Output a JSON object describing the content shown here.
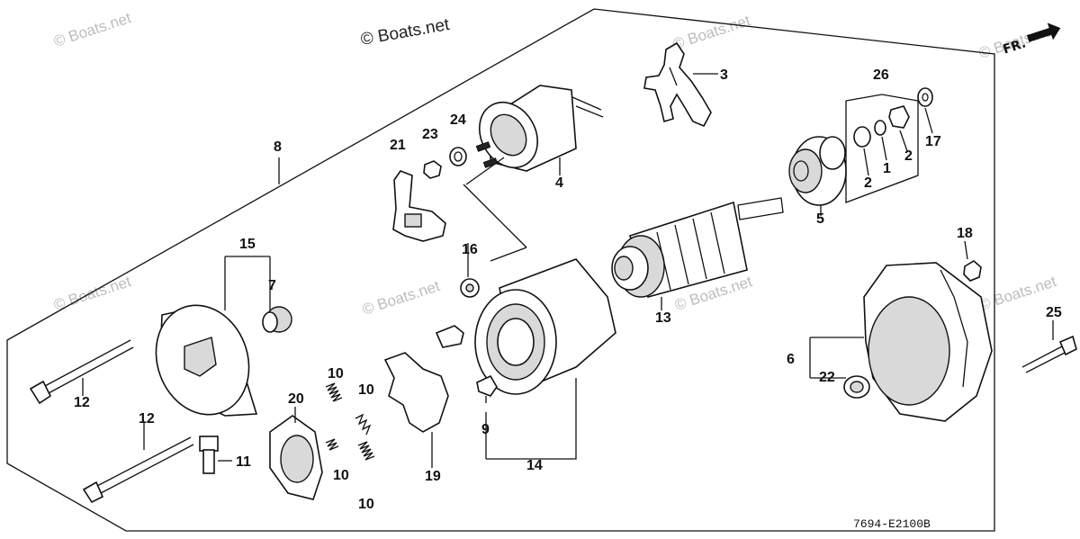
{
  "watermarks": {
    "main": "© Boats.net",
    "faint": "© Boats.net"
  },
  "direction_marker": "FR.",
  "drawing_code": "7694-E2100B",
  "callouts": {
    "c1": "1",
    "c2a": "2",
    "c2b": "2",
    "c3": "3",
    "c4": "4",
    "c5": "5",
    "c6": "6",
    "c7": "7",
    "c8": "8",
    "c9": "9",
    "c10a": "10",
    "c10b": "10",
    "c10c": "10",
    "c10d": "10",
    "c11": "11",
    "c12a": "12",
    "c12b": "12",
    "c13": "13",
    "c14": "14",
    "c15": "15",
    "c16": "16",
    "c17": "17",
    "c18": "18",
    "c19": "19",
    "c20": "20",
    "c21": "21",
    "c22": "22",
    "c23": "23",
    "c24": "24",
    "c25": "25",
    "c26": "26"
  }
}
